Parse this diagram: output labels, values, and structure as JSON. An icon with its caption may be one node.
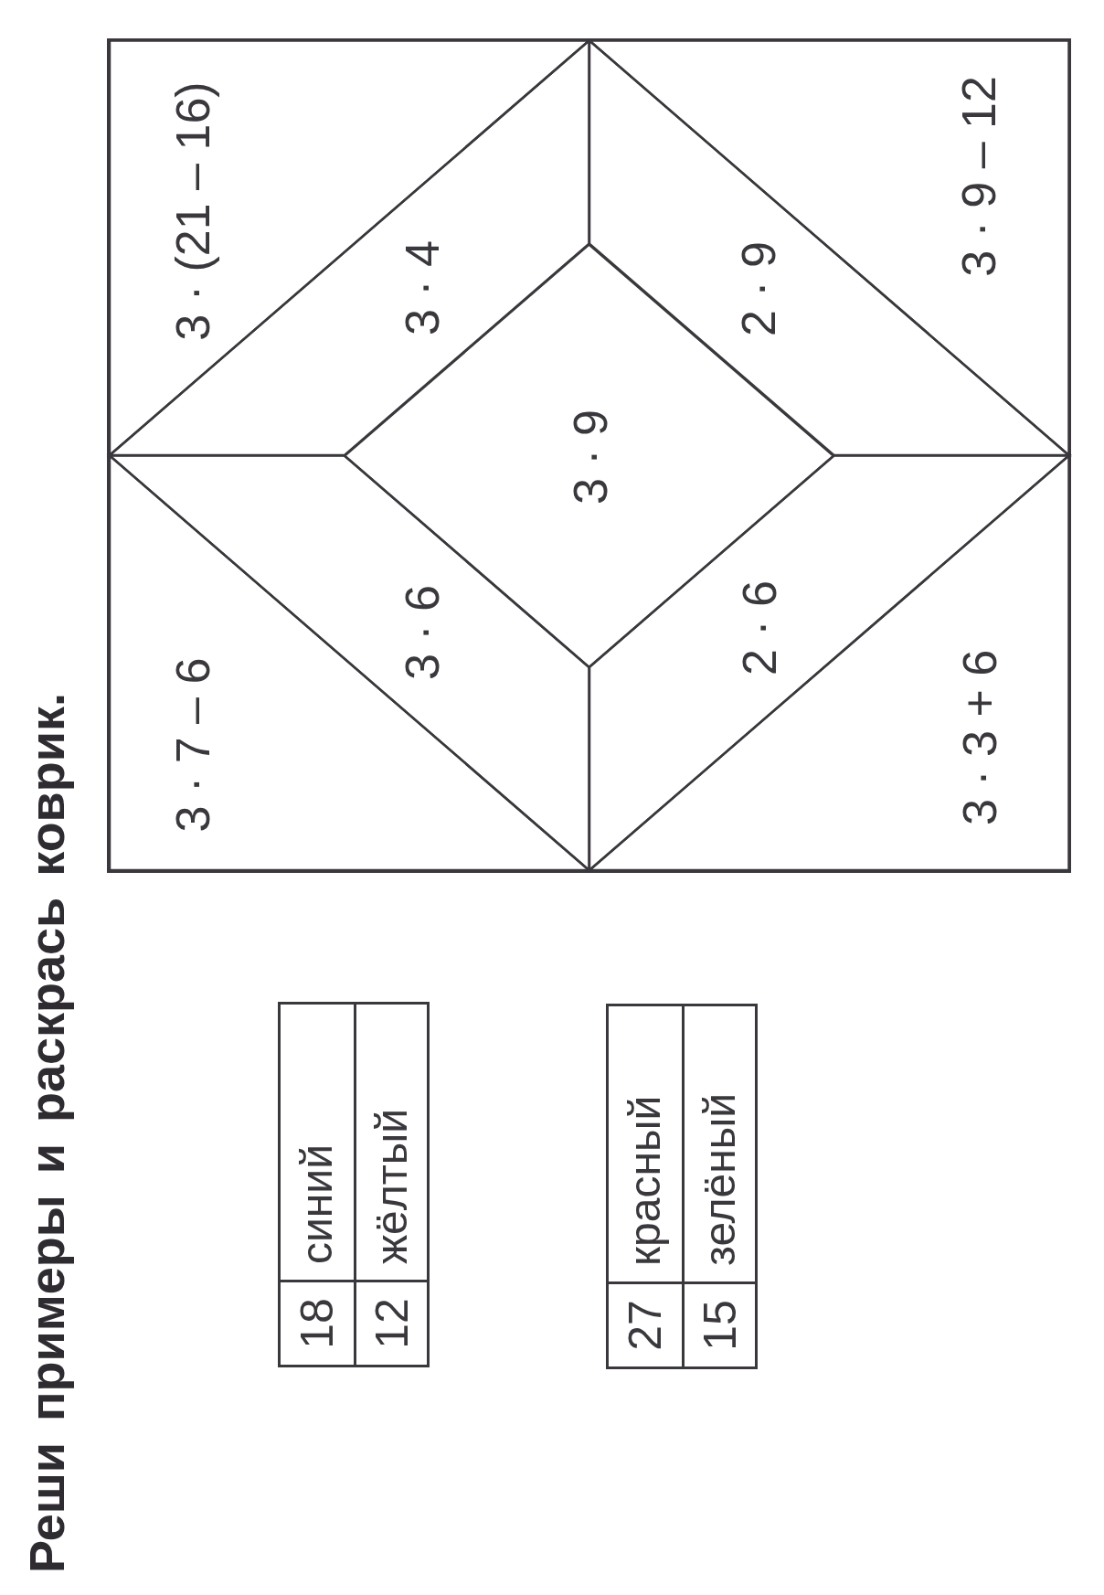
{
  "diagram": {
    "title": "Реши примеры и раскрась коврик.",
    "nodes": [
      {
        "text": [],
        "shape": "box"
      },
      {
        "text": [
          "3 · 7 – 6"
        ],
        "in": 0
      },
      {
        "text": [
          "3 · (21 – 16)"
        ],
        "in": 0
      },
      {
        "text": [
          "3 · 6"
        ],
        "in": 0
      },
      {
        "text": [
          "3 · 4"
        ],
        "in": 0
      },
      {
        "text": [
          "3 · 9"
        ],
        "in": 0
      },
      {
        "text": [
          "2 · 6"
        ],
        "in": 0
      },
      {
        "text": [
          "2 · 9"
        ],
        "in": 0
      },
      {
        "text": [
          "3 · 3 + 6"
        ],
        "in": 0
      },
      {
        "text": [
          "3 · 9 – 12"
        ],
        "in": 0
      }
    ],
    "labels": [
      "18",
      "синий",
      "12",
      "жёлтый",
      "27",
      "красный",
      "15",
      "зелёный"
    ]
  }
}
